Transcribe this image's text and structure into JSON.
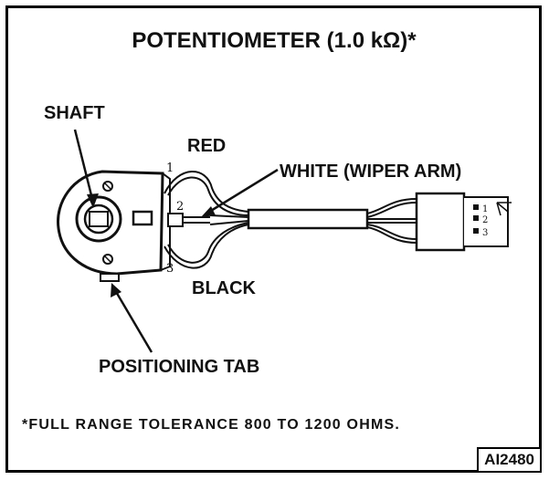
{
  "diagram": {
    "title": "POTENTIOMETER (1.0 kΩ)*",
    "labels": {
      "shaft": "SHAFT",
      "red": "RED",
      "white": "WHITE (WIPER ARM)",
      "black": "BLACK",
      "positioning_tab": "POSITIONING TAB"
    },
    "terminal_numbers": [
      "1",
      "2",
      "3"
    ],
    "connector_pins": [
      "1",
      "2",
      "3"
    ],
    "footnote": "*FULL RANGE TOLERANCE 800 TO 1200 OHMS.",
    "reference_code": "AI2480"
  }
}
